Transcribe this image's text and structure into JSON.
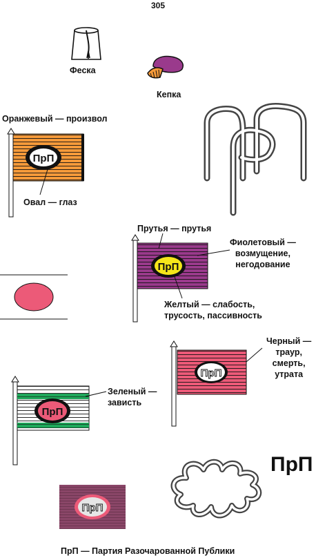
{
  "page_number": "305",
  "labels": {
    "feska": "Феска",
    "kepka": "Кепка",
    "orange": "Оранжевый — произвол",
    "oval": "Овал — глаз",
    "rods": "Прутья — прутья",
    "violet": [
      "Фиолетовый —",
      "возмущение,",
      "негодование"
    ],
    "yellow": [
      "Желтый — слабость,",
      "трусость, пассивность"
    ],
    "black": [
      "Черный —",
      "траур,",
      "смерть,",
      "утрата"
    ],
    "green": [
      "Зеленый —",
      "зависть"
    ],
    "big_logo": "ПрП",
    "caption": "ПрП — Партия Разочарованной Публики"
  },
  "emblem_text": "ПрП",
  "colors": {
    "orange": "#f59a3a",
    "violet": "#9a3a8c",
    "yellow": "#f5e61a",
    "pink": "#ec5a78",
    "green": "#1fa85a",
    "dark_pink": "#8a4668",
    "black": "#111111"
  }
}
